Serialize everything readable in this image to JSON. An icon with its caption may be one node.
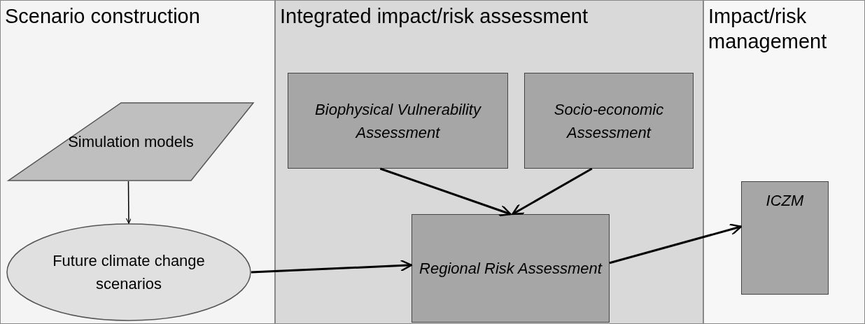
{
  "diagram": {
    "nodes": [
      {
        "text": [
          "Scenario construction"
        ]
      },
      {
        "text": [
          "Integrated impact/risk assessment"
        ]
      },
      {
        "text": [
          "Impact/risk management"
        ]
      },
      {
        "text": [
          "Simulation models"
        ],
        "in": 0
      },
      {
        "text": [
          "Future climate change scenarios"
        ],
        "in": 0
      },
      {
        "text": [
          "Biophysical Vulnerability Assessment"
        ],
        "in": 1
      },
      {
        "text": [
          "Socio-economic Assessment"
        ],
        "in": 1
      },
      {
        "text": [
          "Regional Risk Assessment"
        ],
        "in": 1
      },
      {
        "text": [
          "ICZM"
        ],
        "in": 2
      }
    ],
    "edges": [
      {
        "from": 3,
        "to": 4,
        "arrow": "to"
      },
      {
        "from": 5,
        "to": 7,
        "arrow": "to"
      },
      {
        "from": 6,
        "to": 7,
        "arrow": "to"
      },
      {
        "from": 4,
        "to": 7,
        "arrow": "to"
      },
      {
        "from": 7,
        "to": 8,
        "arrow": "to"
      }
    ]
  }
}
